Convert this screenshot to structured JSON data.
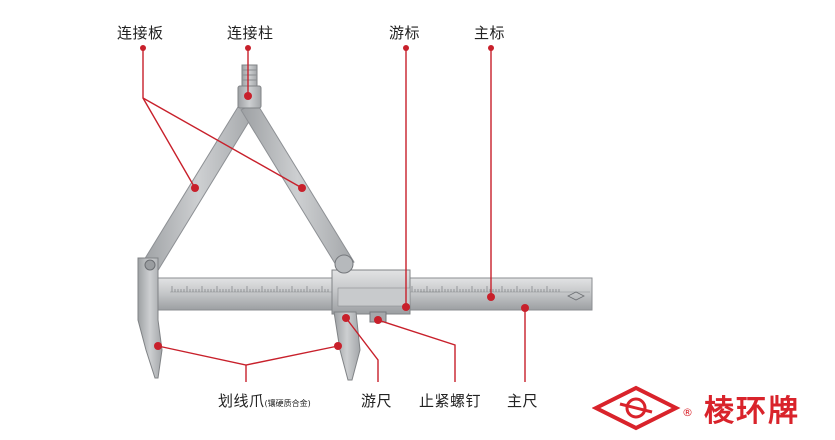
{
  "labels": {
    "connect_plate": "连接板",
    "connect_post": "连接柱",
    "vernier_scale": "游标",
    "main_scale": "主标",
    "scriber_jaw": "划线爪",
    "scriber_jaw_note": "(镶硬质合金)",
    "vernier": "游尺",
    "lock_screw": "止紧螺钉",
    "main_beam": "主尺"
  },
  "brand": {
    "name": "棱环牌",
    "registered_mark": "®"
  },
  "colors": {
    "accent_red": "#d9232b",
    "leader_red": "#c8202b",
    "steel_light": "#cfd1d3",
    "steel_mid": "#a9acaf",
    "steel_dark": "#7f8286"
  }
}
